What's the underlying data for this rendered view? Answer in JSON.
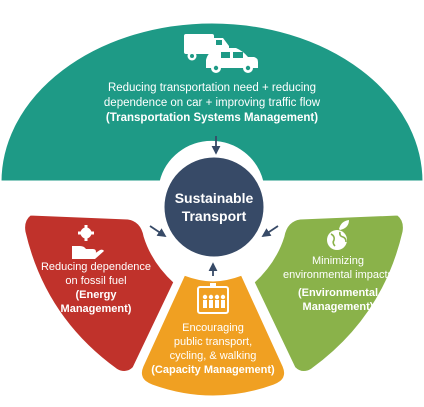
{
  "center": {
    "lines": [
      "Sustainable",
      "Transport"
    ]
  },
  "segments": {
    "top": {
      "color": "#1e9a86",
      "icon": "truck-and-car-icon",
      "lines": [
        "Reducing transportation need + reducing",
        "dependence on car + improving traffic flow"
      ],
      "label": "(Transportation Systems Management)"
    },
    "left": {
      "color": "#c0322b",
      "icon": "hand-gear-icon",
      "lines": [
        "Reducing dependence",
        "on fossil fuel"
      ],
      "label_lines": [
        "(Energy",
        "Management)"
      ]
    },
    "bottom": {
      "color": "#f0a022",
      "icon": "people-board-icon",
      "lines": [
        "Encouraging",
        "public transport,",
        "cycling, & walking"
      ],
      "label": "(Capacity Management)"
    },
    "right": {
      "color": "#8ab24a",
      "icon": "globe-leaf-icon",
      "lines": [
        "Minimizing",
        "environmental impacts"
      ],
      "label_lines": [
        "(Environmental",
        "Management)"
      ]
    }
  },
  "colors": {
    "center": "#374a67",
    "arrow": "#374a67"
  }
}
